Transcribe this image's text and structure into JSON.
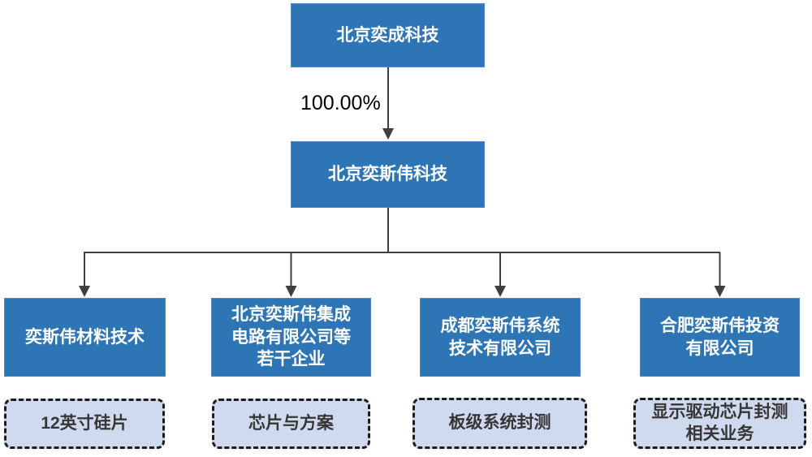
{
  "diagram": {
    "type": "org-chart",
    "root": {
      "label": "北京奕成科技"
    },
    "ownership_label": "100.00%",
    "holding": {
      "label": "北京奕斯伟科技"
    },
    "subsidiaries": [
      {
        "name_lines": [
          "奕斯伟材料技术"
        ],
        "business_lines": [
          "12英寸硅片"
        ]
      },
      {
        "name_lines": [
          "北京奕斯伟集成",
          "电路有限公司等",
          "若干企业"
        ],
        "business_lines": [
          "芯片与方案"
        ]
      },
      {
        "name_lines": [
          "成都奕斯伟系统",
          "技术有限公司"
        ],
        "business_lines": [
          "板级系统封测"
        ]
      },
      {
        "name_lines": [
          "合肥奕斯伟投资",
          "有限公司"
        ],
        "business_lines": [
          "显示驱动芯片封测",
          "相关业务"
        ]
      }
    ],
    "colors": {
      "box_fill": "#2e75b6",
      "box_border": "#4d86c7",
      "box_text": "#ffffff",
      "dashed_fill": "#cfdaee",
      "dashed_border": "#1c1c1c",
      "dashed_text": "#363636",
      "connector_line": "#3f3f3f",
      "edge_label_text": "#000000",
      "background": "#ffffff"
    }
  }
}
